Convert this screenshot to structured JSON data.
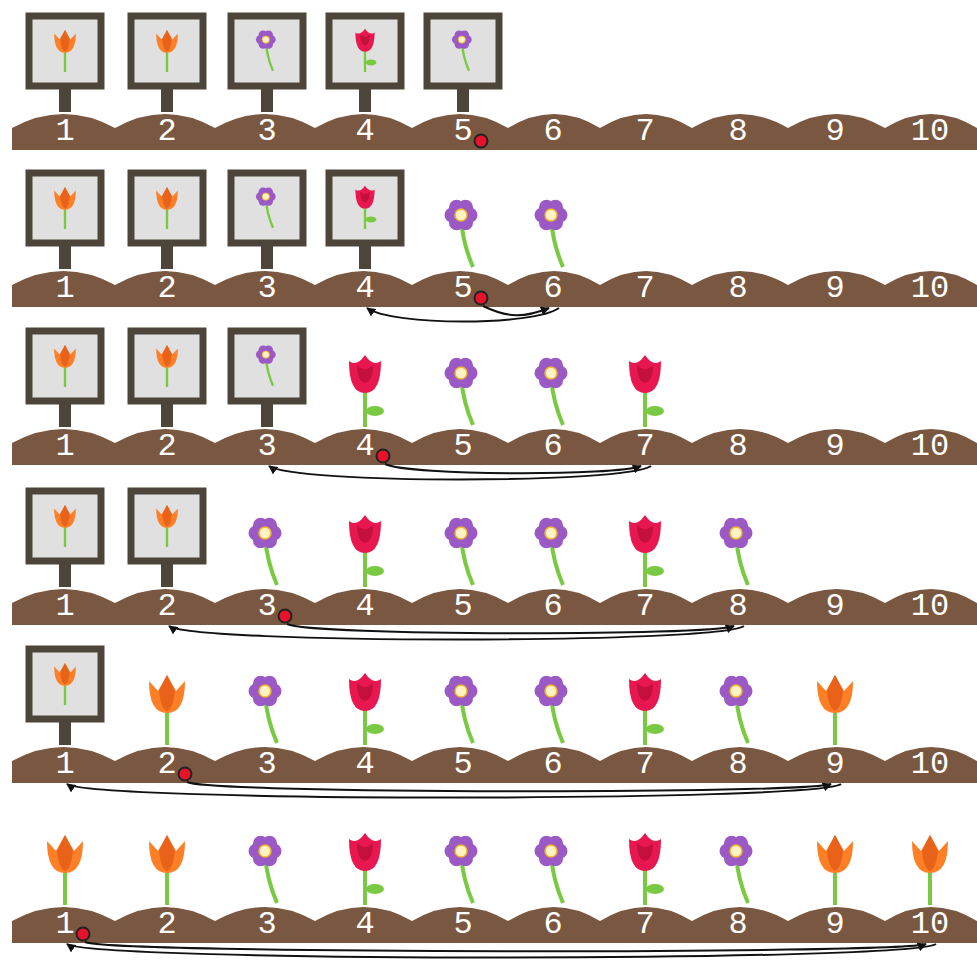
{
  "diagram": {
    "nodes": [
      {
        "text": [
          "1"
        ]
      },
      {
        "text": [
          "2"
        ]
      },
      {
        "text": [
          "3"
        ]
      },
      {
        "text": [
          "4"
        ]
      },
      {
        "text": [
          "5"
        ]
      },
      {
        "text": [
          "6"
        ]
      },
      {
        "text": [
          "7"
        ]
      },
      {
        "text": [
          "8"
        ]
      },
      {
        "text": [
          "9"
        ]
      },
      {
        "text": [
          "10"
        ]
      },
      {
        "text": [
          "1"
        ]
      },
      {
        "text": [
          "2"
        ]
      },
      {
        "text": [
          "3"
        ]
      },
      {
        "text": [
          "4"
        ]
      },
      {
        "text": [
          "5"
        ]
      },
      {
        "text": [
          "6"
        ]
      },
      {
        "text": [
          "7"
        ]
      },
      {
        "text": [
          "8"
        ]
      },
      {
        "text": [
          "9"
        ]
      },
      {
        "text": [
          "10"
        ]
      },
      {
        "text": [
          "1"
        ]
      },
      {
        "text": [
          "2"
        ]
      },
      {
        "text": [
          "3"
        ]
      },
      {
        "text": [
          "4"
        ]
      },
      {
        "text": [
          "5"
        ]
      },
      {
        "text": [
          "6"
        ]
      },
      {
        "text": [
          "7"
        ]
      },
      {
        "text": [
          "8"
        ]
      },
      {
        "text": [
          "9"
        ]
      },
      {
        "text": [
          "10"
        ]
      },
      {
        "text": [
          "1"
        ]
      },
      {
        "text": [
          "2"
        ]
      },
      {
        "text": [
          "3"
        ]
      },
      {
        "text": [
          "4"
        ]
      },
      {
        "text": [
          "5"
        ]
      },
      {
        "text": [
          "6"
        ]
      },
      {
        "text": [
          "7"
        ]
      },
      {
        "text": [
          "8"
        ]
      },
      {
        "text": [
          "9"
        ]
      },
      {
        "text": [
          "10"
        ]
      },
      {
        "text": [
          "1"
        ]
      },
      {
        "text": [
          "2"
        ]
      },
      {
        "text": [
          "3"
        ]
      },
      {
        "text": [
          "4"
        ]
      },
      {
        "text": [
          "5"
        ]
      },
      {
        "text": [
          "6"
        ]
      },
      {
        "text": [
          "7"
        ]
      },
      {
        "text": [
          "8"
        ]
      },
      {
        "text": [
          "9"
        ]
      },
      {
        "text": [
          "10"
        ]
      },
      {
        "text": [
          "1"
        ]
      },
      {
        "text": [
          "2"
        ]
      },
      {
        "text": [
          "3"
        ]
      },
      {
        "text": [
          "4"
        ]
      },
      {
        "text": [
          "5"
        ]
      },
      {
        "text": [
          "6"
        ]
      },
      {
        "text": [
          "7"
        ]
      },
      {
        "text": [
          "8"
        ]
      },
      {
        "text": [
          "9"
        ]
      },
      {
        "text": [
          "10"
        ]
      }
    ],
    "edges": [
      {
        "from": 14,
        "to": 15,
        "arrow": "to"
      },
      {
        "from": 15,
        "to": 13,
        "arrow": "to"
      },
      {
        "from": 23,
        "to": 26,
        "arrow": "to"
      },
      {
        "from": 26,
        "to": 22,
        "arrow": "to"
      },
      {
        "from": 32,
        "to": 37,
        "arrow": "to"
      },
      {
        "from": 37,
        "to": 31,
        "arrow": "to"
      },
      {
        "from": 41,
        "to": 48,
        "arrow": "to"
      },
      {
        "from": 48,
        "to": 40,
        "arrow": "to"
      },
      {
        "from": 50,
        "to": 59,
        "arrow": "to"
      },
      {
        "from": 59,
        "to": 50,
        "arrow": "to"
      }
    ]
  }
}
